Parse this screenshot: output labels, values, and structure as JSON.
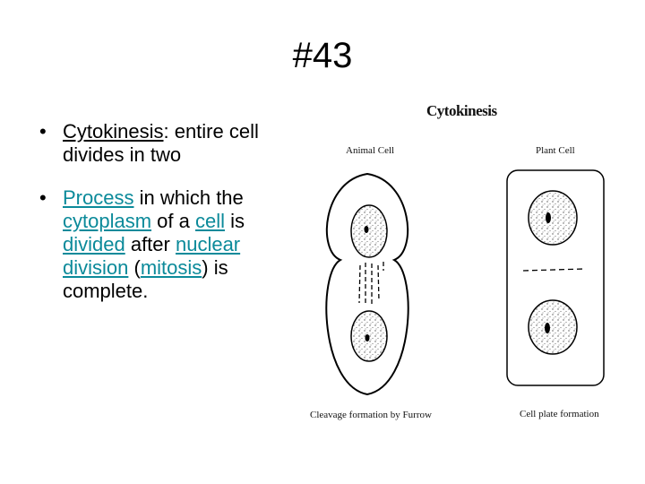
{
  "slide": {
    "title": "#43",
    "bullets": [
      {
        "marker": "•",
        "term": "Cytokinesis",
        "after_term": ":  entire cell divides in two"
      },
      {
        "marker": "•",
        "link1": "Process",
        "text1": " in which the ",
        "link2": "cytoplasm",
        "text2": " of a ",
        "link3": "cell",
        "text3": " is ",
        "link4": "divided",
        "text4": " after ",
        "link5": "nuclear division",
        "text5": " (",
        "link6": "mitosis",
        "text6": ") is complete."
      }
    ],
    "link_color": "#0b8a9a"
  },
  "figure": {
    "title": "Cytokinesis",
    "animal_label": "Animal Cell",
    "plant_label": "Plant Cell",
    "animal_caption": "Cleavage formation by Furrow",
    "plant_caption": "Cell plate formation"
  }
}
